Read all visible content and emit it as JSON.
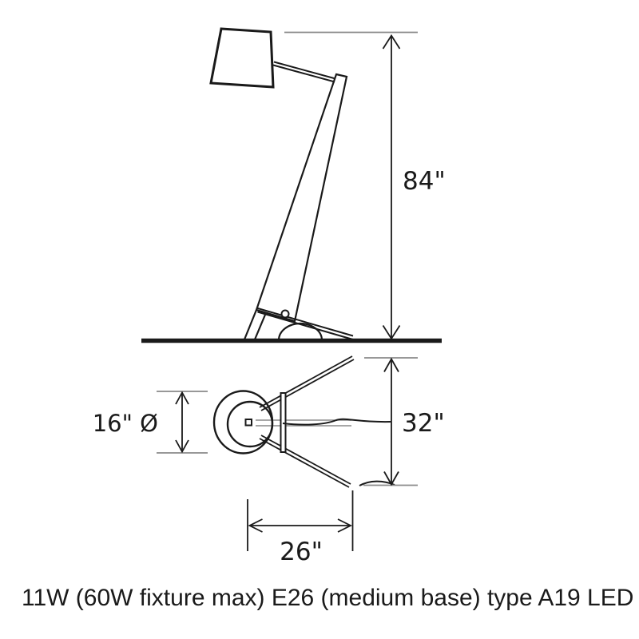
{
  "labels": {
    "height": "84\"",
    "depth": "32\"",
    "diameter": "16\" Ø",
    "width": "26\""
  },
  "caption": "11W (60W fixture max) E26 (medium base) type A19 LED",
  "colors": {
    "ink": "#1a1a1a",
    "extension": "#8a8a8a",
    "background": "#ffffff"
  }
}
